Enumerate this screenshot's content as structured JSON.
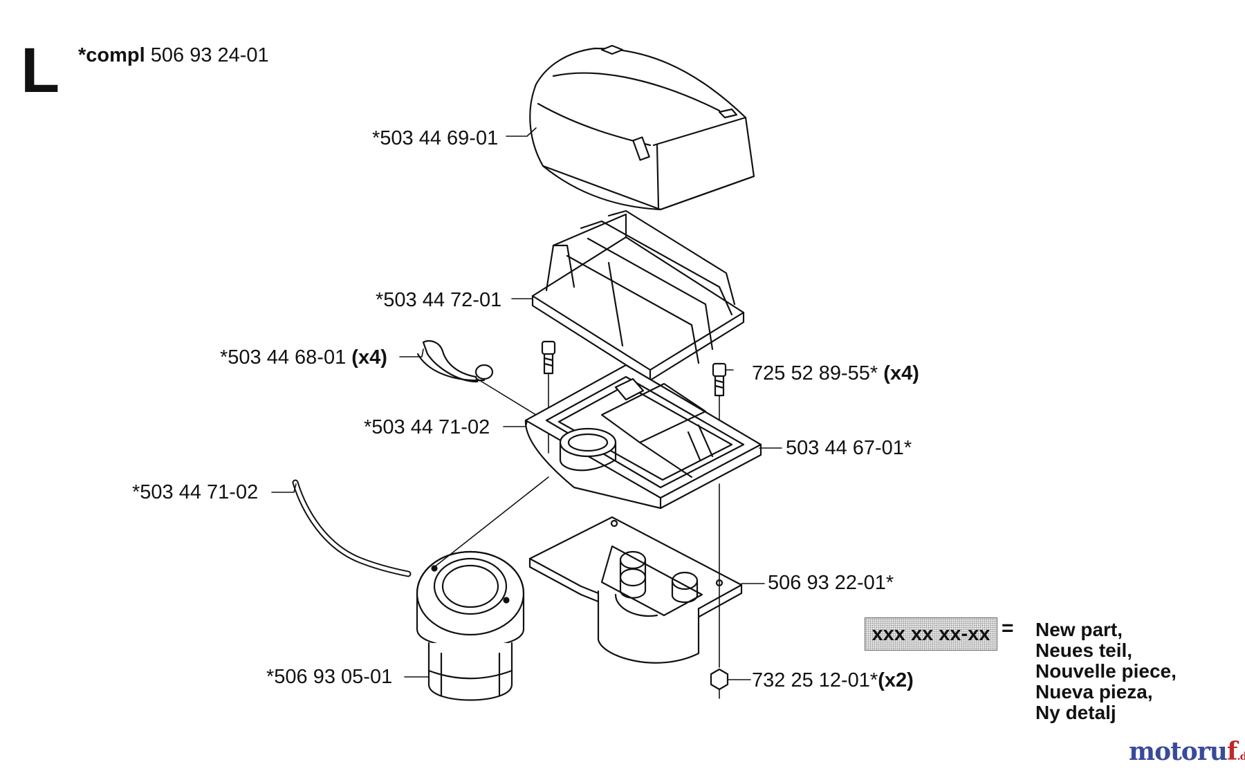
{
  "section": {
    "letter": "L"
  },
  "assembly": {
    "prefix": "*compl",
    "number": "506 93 24-01"
  },
  "parts": [
    {
      "label": "*503 44 69-01",
      "qty": ""
    },
    {
      "label": "*503 44 72-01",
      "qty": ""
    },
    {
      "label": "*503 44 68-01",
      "qty": "(x4)"
    },
    {
      "label": "*503 44 71-02",
      "qty": ""
    },
    {
      "label": "725 52 89-55*",
      "qty": "(x4)"
    },
    {
      "label": "503 44 67-01*",
      "qty": ""
    },
    {
      "label": "*503 44 71-02",
      "qty": ""
    },
    {
      "label": "506 93 22-01*",
      "qty": ""
    },
    {
      "label": "*506 93 05-01",
      "qty": ""
    },
    {
      "label": "732 25 12-01*",
      "qty": "(x2)"
    }
  ],
  "legend": {
    "sample": "xxx xx xx-xx",
    "equals": "=",
    "lines": [
      "New part,",
      "Neues teil,",
      "Nouvelle piece,",
      "Nueva pieza,",
      "Ny detalj"
    ]
  },
  "watermark": {
    "main": "motoru",
    "accent": "f",
    "suffix": ".de"
  }
}
